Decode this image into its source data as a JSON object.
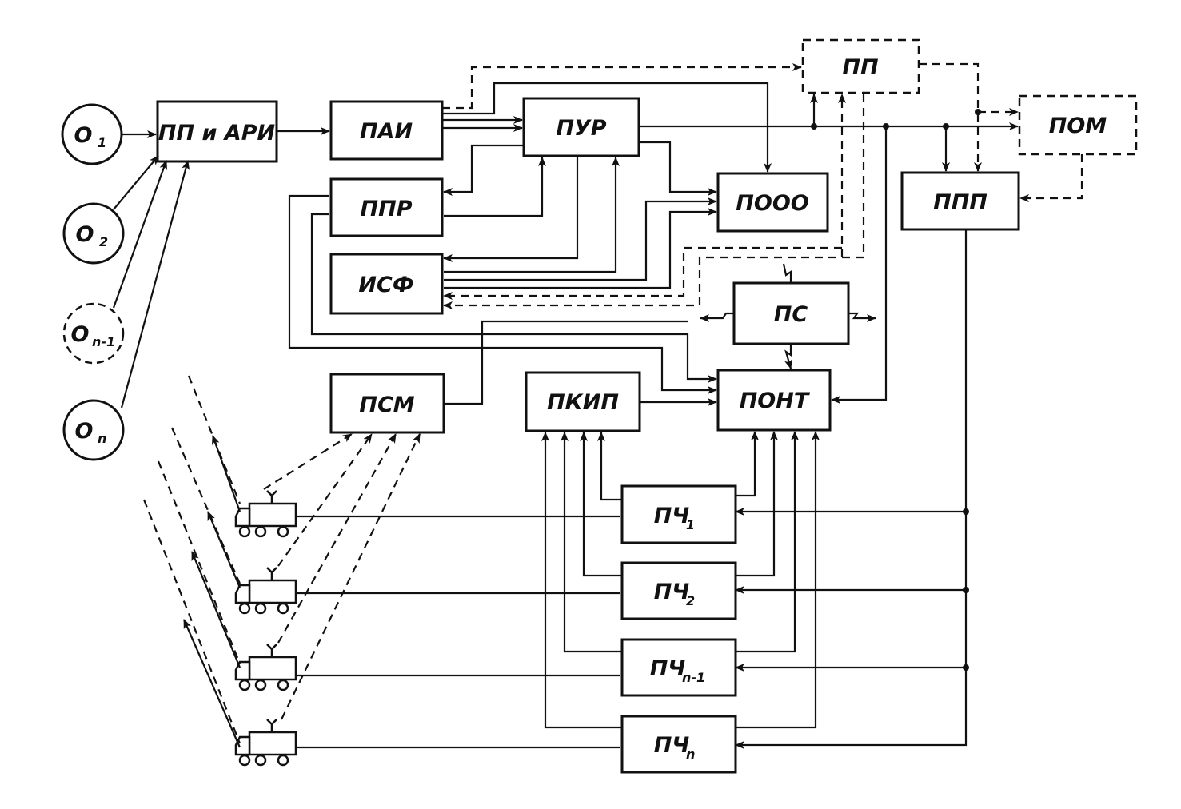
{
  "sources": {
    "o1": {
      "main": "О",
      "sub": "1"
    },
    "o2": {
      "main": "О",
      "sub": "2"
    },
    "on1": {
      "main": "О",
      "sub": "n-1"
    },
    "on": {
      "main": "О",
      "sub": "n"
    }
  },
  "blocks": {
    "pp_ari": "ПП и АРИ",
    "pai": "ПАИ",
    "pur": "ПУР",
    "ppr": "ППР",
    "isf": "ИСФ",
    "pooo": "ПООО",
    "pp": "ПП",
    "pom": "ПОМ",
    "ppp": "ППП",
    "ps": "ПС",
    "psm": "ПСМ",
    "pkip": "ПКИП",
    "pont": "ПОНТ"
  },
  "units": {
    "pch1": {
      "main": "ПЧ",
      "sub": "1"
    },
    "pch2": {
      "main": "ПЧ",
      "sub": "2"
    },
    "pchn1": {
      "main": "ПЧ",
      "sub": "n-1"
    },
    "pchn": {
      "main": "ПЧ",
      "sub": "n"
    }
  }
}
